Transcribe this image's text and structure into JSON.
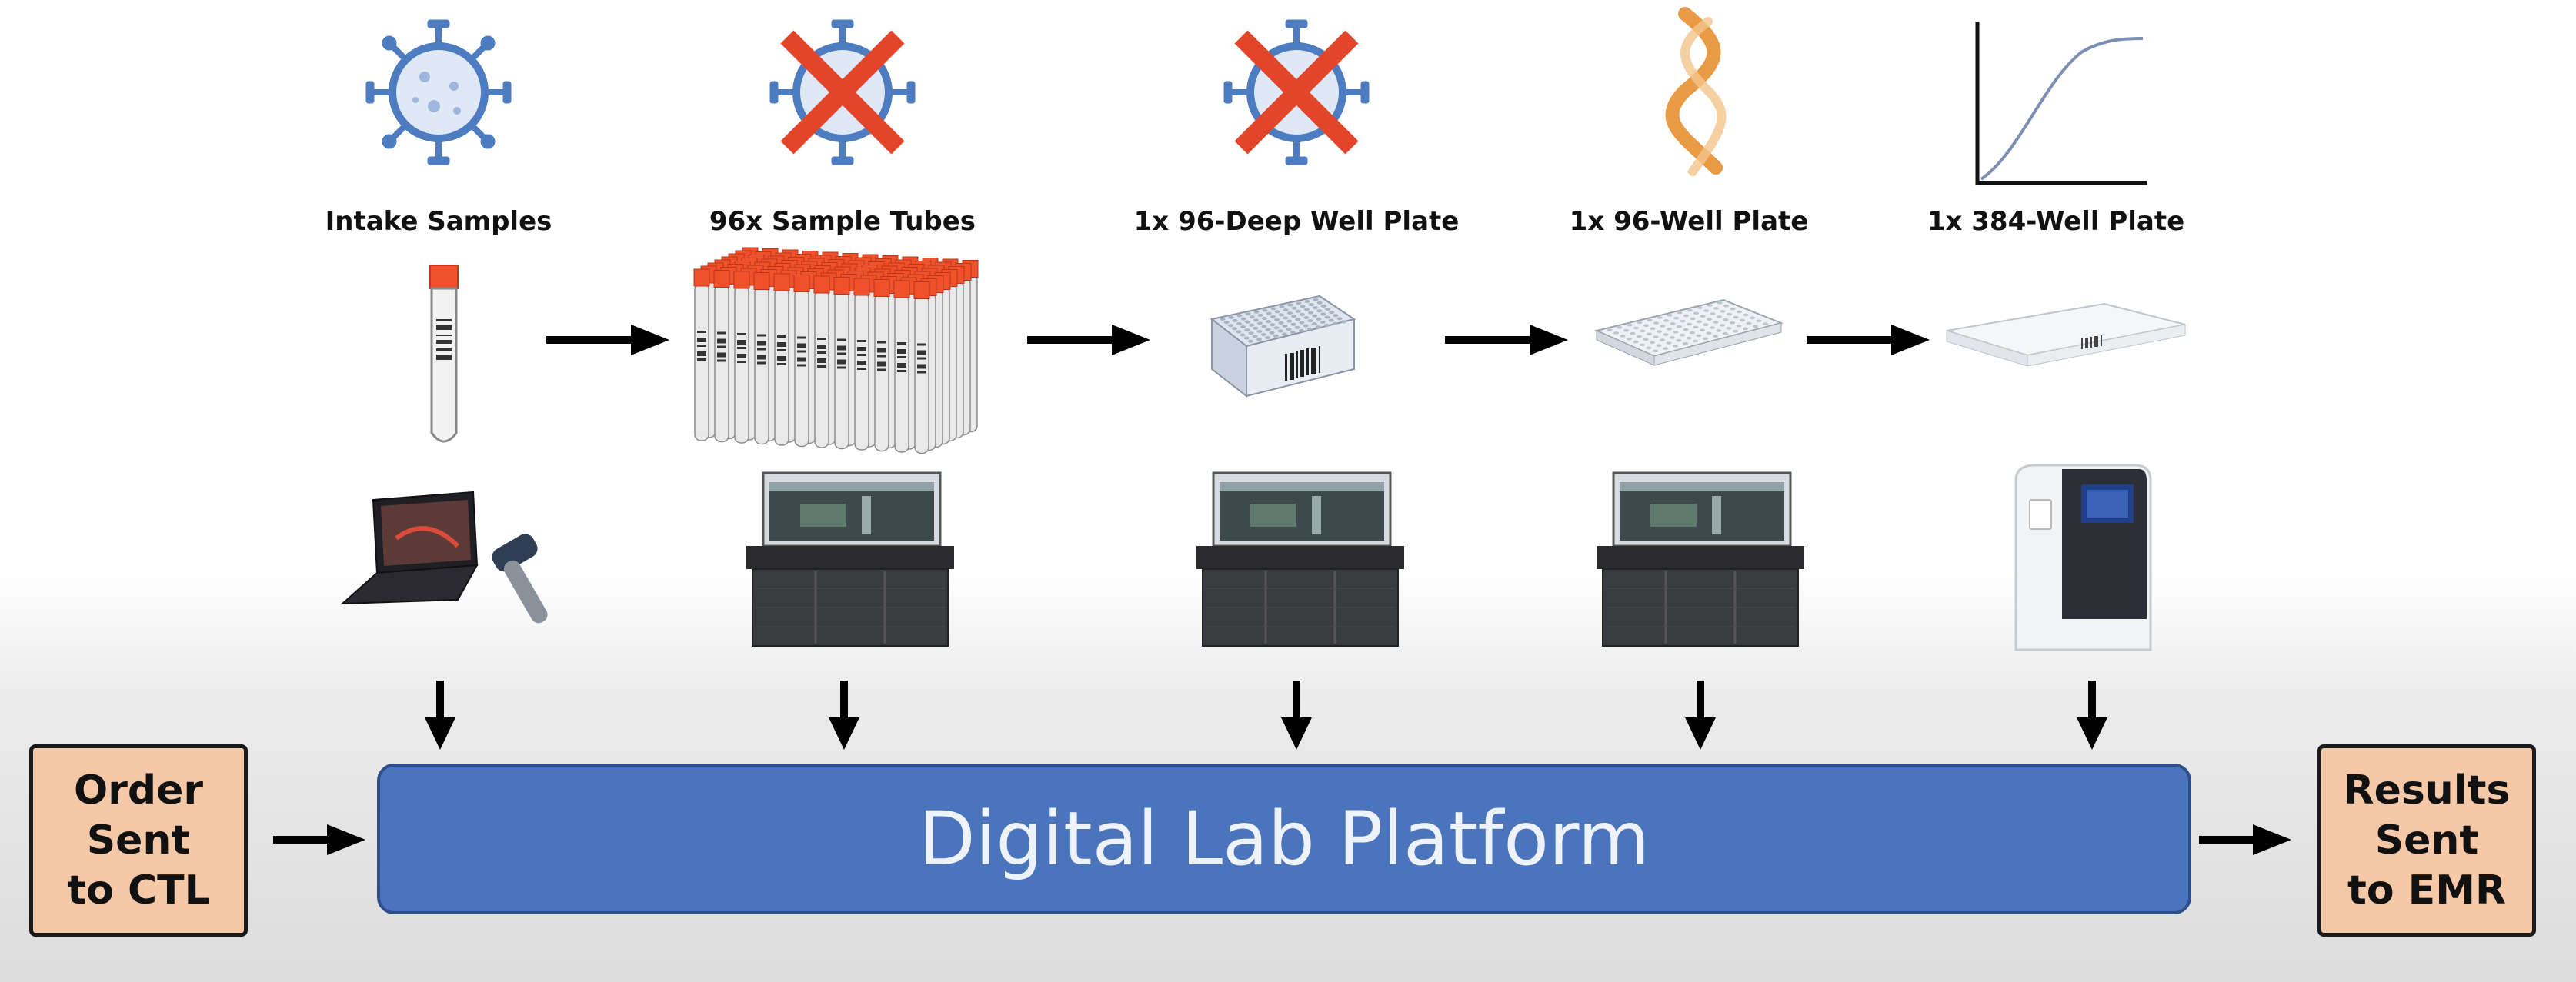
{
  "columns": [
    {
      "label": "Intake Samples"
    },
    {
      "label": "96x Sample Tubes"
    },
    {
      "label": "1x 96-Deep Well Plate"
    },
    {
      "label": "1x 96-Well Plate"
    },
    {
      "label": "1x 384-Well Plate"
    }
  ],
  "platform": {
    "label": "Digital Lab Platform"
  },
  "order_box": {
    "label": "Order\nSent\nto CTL"
  },
  "results_box": {
    "label": "Results\nSent\nto EMR"
  },
  "colors": {
    "platform_fill": "#4a74bb",
    "box_fill": "#f5c8a8",
    "virus_blue": "#4d7cc0",
    "cross_red": "#e2452a",
    "dna_orange": "#e89a44",
    "tube_cap": "#f0502a"
  },
  "icons": [
    "virus-icon",
    "virus-crossed-icon",
    "virus-crossed-icon",
    "dna-helix-icon",
    "amplification-curve-icon"
  ]
}
